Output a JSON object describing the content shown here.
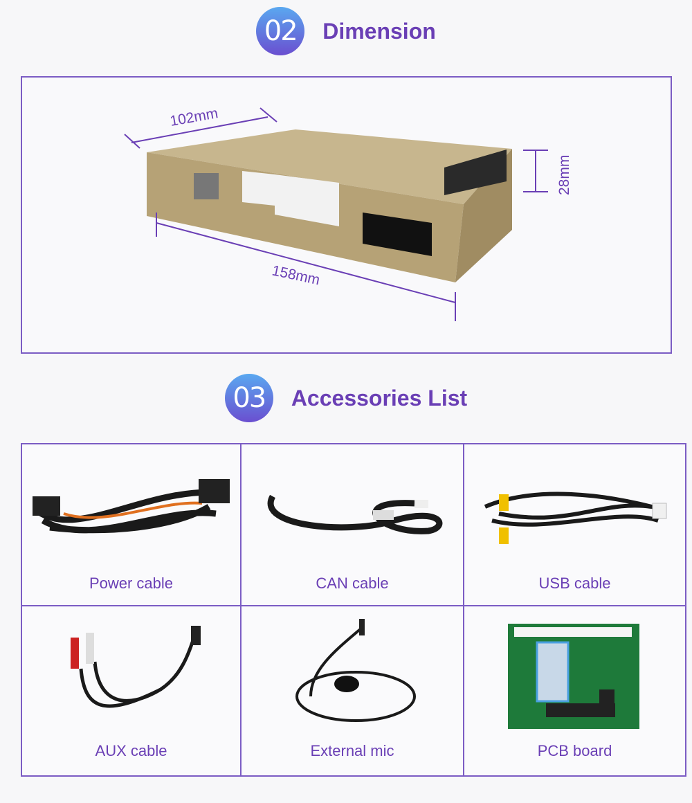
{
  "sections": [
    {
      "number": "02",
      "title": "Dimension"
    },
    {
      "number": "03",
      "title": "Accessories List"
    }
  ],
  "dimensions": {
    "width": "102mm",
    "length": "158mm",
    "height": "28mm"
  },
  "accessories": [
    {
      "label": "Power cable",
      "icon": "power-cable-image"
    },
    {
      "label": "CAN cable",
      "icon": "can-cable-image"
    },
    {
      "label": "USB cable",
      "icon": "usb-cable-image"
    },
    {
      "label": "AUX cable",
      "icon": "aux-cable-image"
    },
    {
      "label": "External mic",
      "icon": "microphone-image"
    },
    {
      "label": "PCB board",
      "icon": "pcb-board-image"
    }
  ],
  "colors": {
    "accent": "#6a3fb5",
    "border": "#7b5cc4",
    "box": "#b9a57c"
  }
}
